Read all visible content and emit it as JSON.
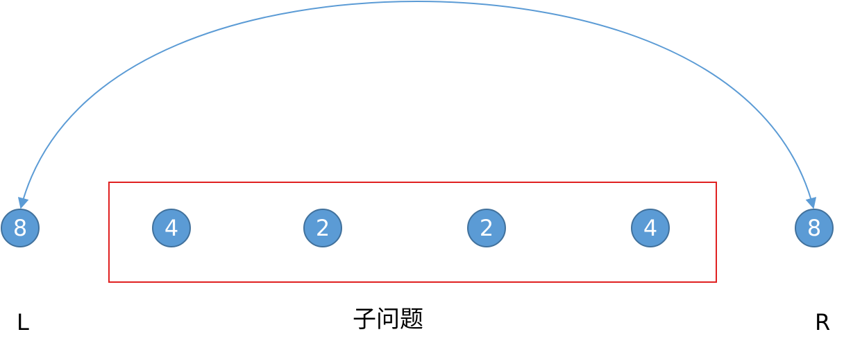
{
  "nodes": [
    "8",
    "4",
    "2",
    "2",
    "4",
    "8"
  ],
  "labels": {
    "left": "L",
    "subproblem": "子问题",
    "right": "R"
  },
  "colors": {
    "node_fill": "#5b9bd5",
    "node_border": "#41719c",
    "arc": "#5b9bd5",
    "box_border": "#e02020"
  }
}
